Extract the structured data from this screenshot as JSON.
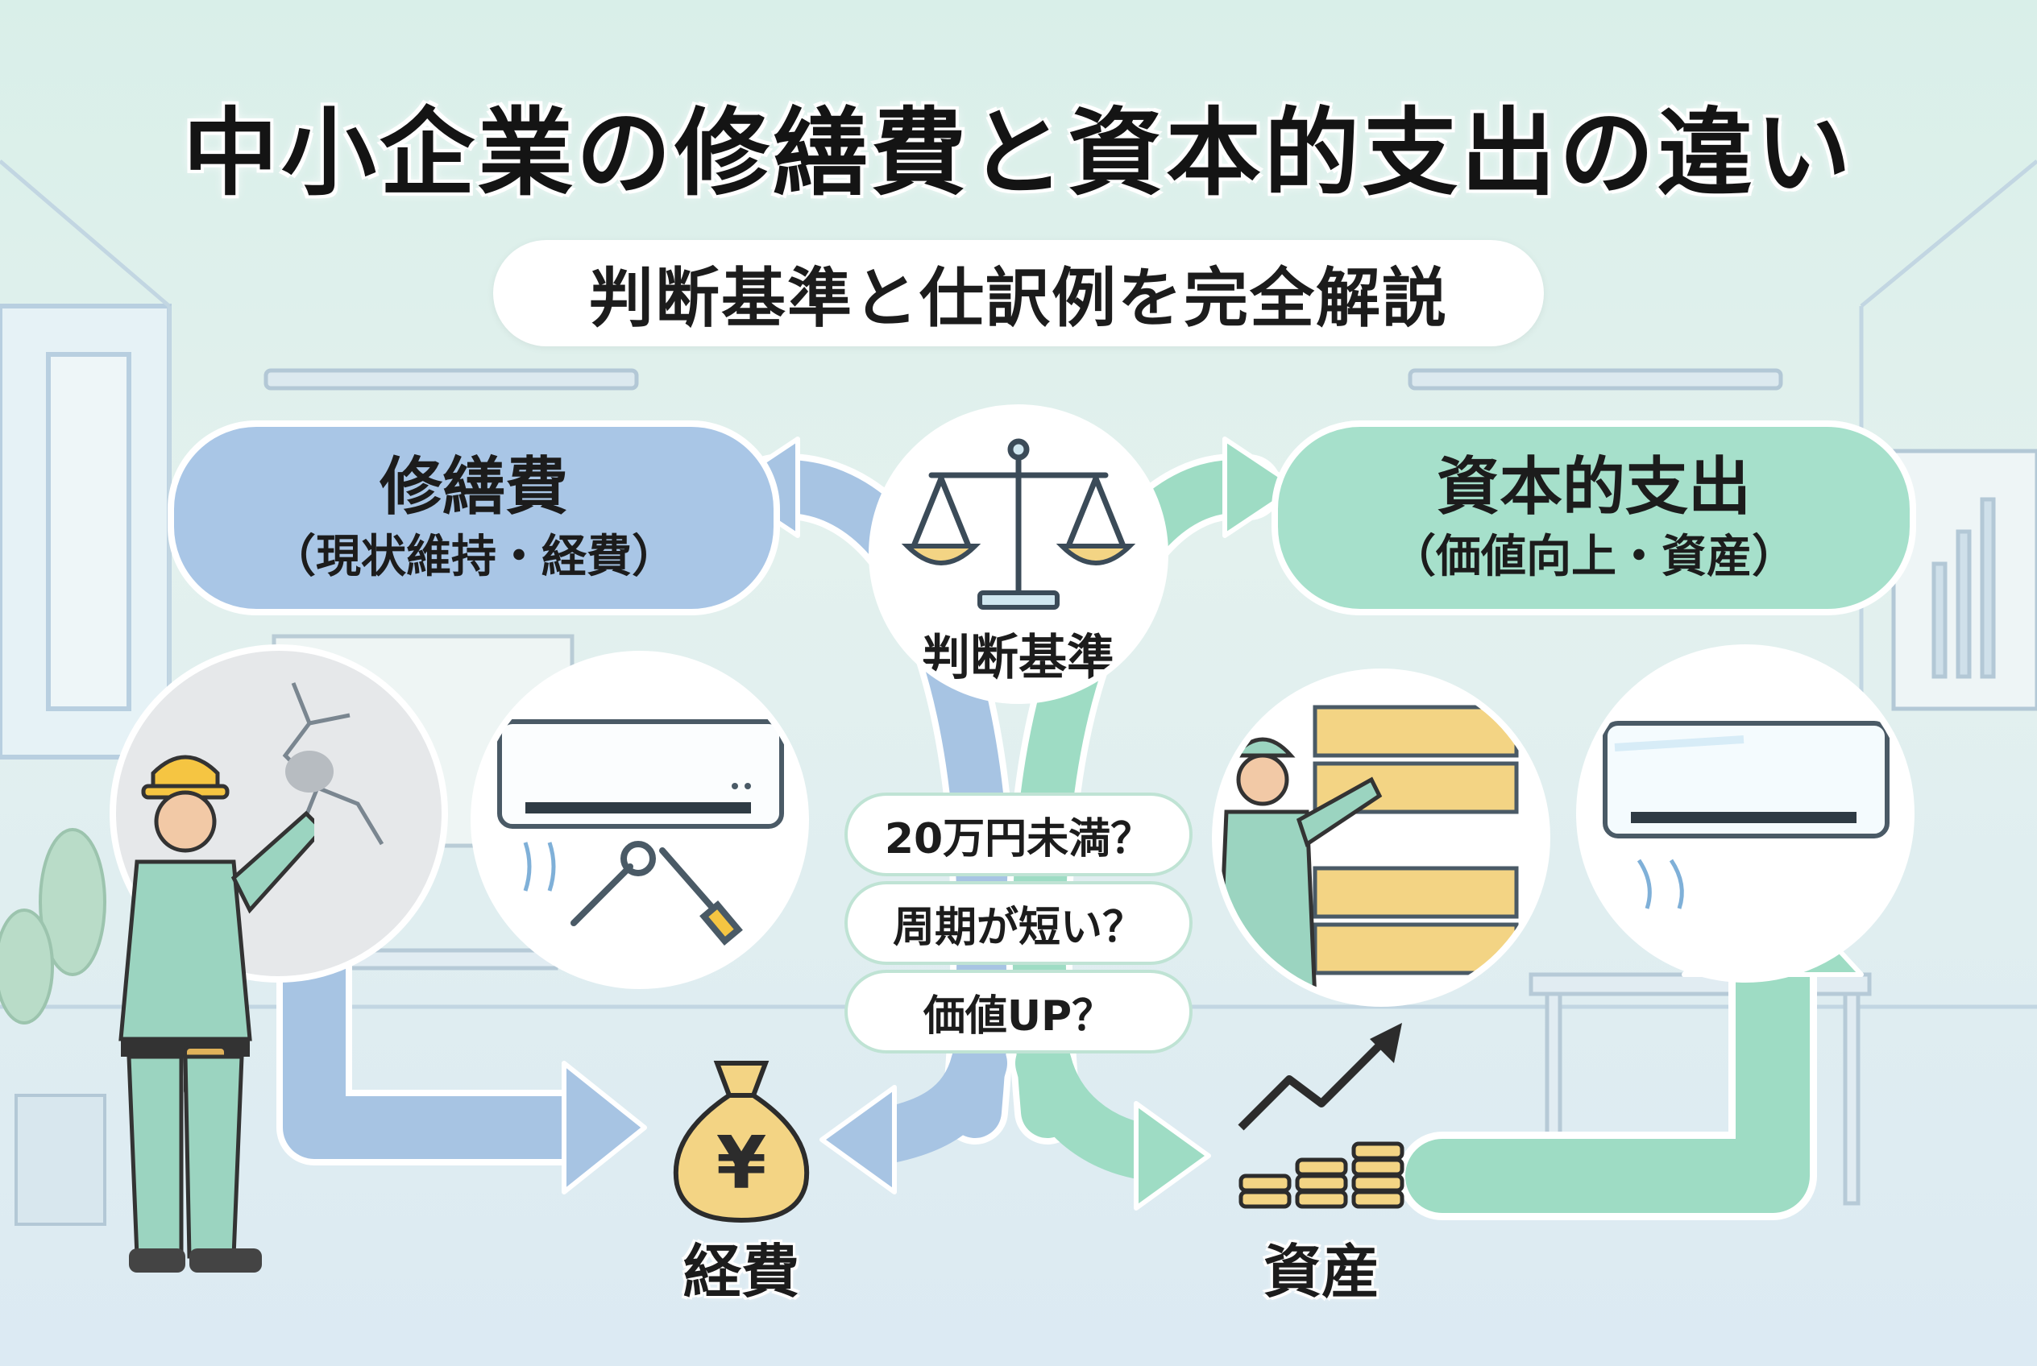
{
  "title": "中小企業の修繕費と資本的支出の違い",
  "subtitle": "判断基準と仕訳例を完全解説",
  "left_box": {
    "heading": "修繕費",
    "sub": "（現状維持・経費）"
  },
  "right_box": {
    "heading": "資本的支出",
    "sub": "（価値向上・資産）"
  },
  "center": {
    "label": "判断基準",
    "icon": "balance-scale-icon"
  },
  "criteria": [
    "20万円未満？",
    "周期が短い？",
    "価値UP？"
  ],
  "outcomes": {
    "expense": "経費",
    "asset": "資産"
  },
  "icons": {
    "expense": "money-bag-yen-icon",
    "asset": "coin-stacks-growth-icon",
    "tools": "wrench-screwdriver-icon"
  },
  "currency_symbol": "¥",
  "colors": {
    "blue": "#a9c6e6",
    "green": "#a6e0cb",
    "arrow_blue": "#a7c4e3",
    "arrow_green": "#9edcc4",
    "gold": "#f3d484"
  }
}
